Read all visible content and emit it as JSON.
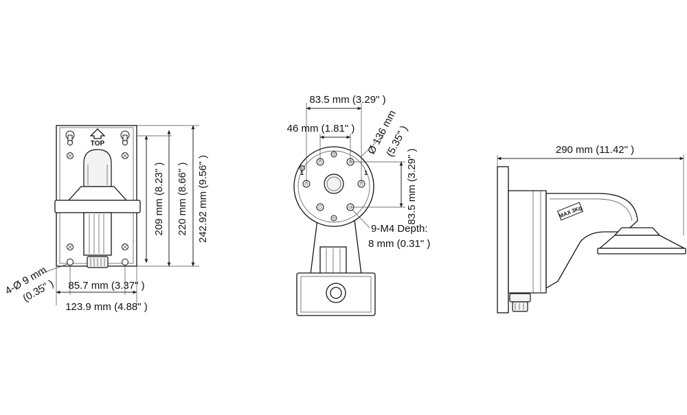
{
  "front_view": {
    "top_label": "TOP",
    "height_209": "209 mm (8.23\" )",
    "height_220": "220 mm (8.66\" )",
    "height_242": "242.92 mm (9.56\" )",
    "hole_dia_line1": "4-Ø 9 mm",
    "hole_dia_line2": "(0.35\" )",
    "hole_spacing": "85.7 mm (3.37\" )",
    "width": "123.9 mm (4.88\" )"
  },
  "bottom_view": {
    "top_width": "83.5 mm (3.29\" )",
    "inner_width": "46 mm (1.81\" )",
    "diameter_line1": "Ø 136 mm",
    "diameter_line2": "(5.35\" )",
    "vertical": "83.5 mm (3.29\" )",
    "thread_line1": "9-M4 Depth:",
    "thread_line2": "8 mm (0.31\" )",
    "hole_marker_left": "1",
    "hole_marker_right": "1"
  },
  "side_view": {
    "length": "290 mm (11.42\" )",
    "load_label": "MAX 3Kg"
  }
}
